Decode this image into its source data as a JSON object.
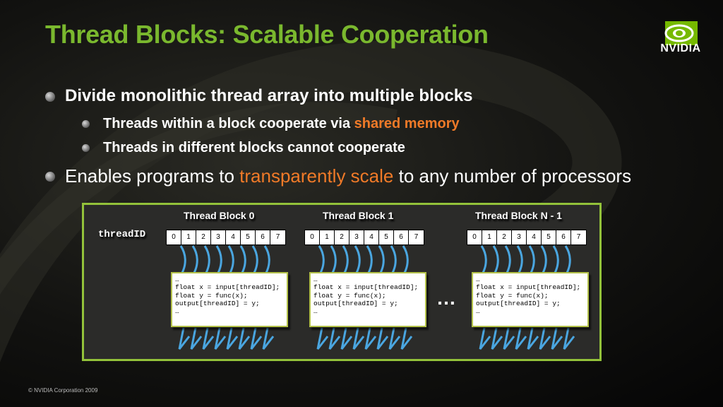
{
  "slide": {
    "title": "Thread Blocks: Scalable Cooperation",
    "logo_text": "NVIDIA",
    "footer": "©  NVIDIA Corporation 2009"
  },
  "bullets": [
    {
      "text": "Divide monolithic thread array into multiple blocks"
    },
    {
      "pre": "Threads within a block cooperate via ",
      "highlight": "shared memory"
    },
    {
      "text": "Threads in different blocks cannot cooperate"
    },
    {
      "pre": "Enables programs to ",
      "highlight": "transparently scale",
      "post": " to any number of processors"
    }
  ],
  "diagram": {
    "thread_id_label": "threadID",
    "ellipsis": "…",
    "blocks": [
      {
        "title": "Thread Block 0"
      },
      {
        "title": "Thread Block 1"
      },
      {
        "title": "Thread Block N - 1"
      }
    ],
    "thread_ids": [
      "0",
      "1",
      "2",
      "3",
      "4",
      "5",
      "6",
      "7"
    ],
    "code_lines": [
      "…",
      "float x = input[threadID];",
      "float y = func(x);",
      "output[threadID] = y;",
      "…"
    ]
  },
  "colors": {
    "title_green": "#7ab82e",
    "highlight_orange": "#f07a28",
    "panel_border": "#93c23a",
    "arrow_blue": "#4aa6e0"
  },
  "icons": {
    "logo": "nvidia-eye-logo",
    "bullet": "bullet-dot-icon",
    "arrows": "thread-arrow-icon"
  }
}
